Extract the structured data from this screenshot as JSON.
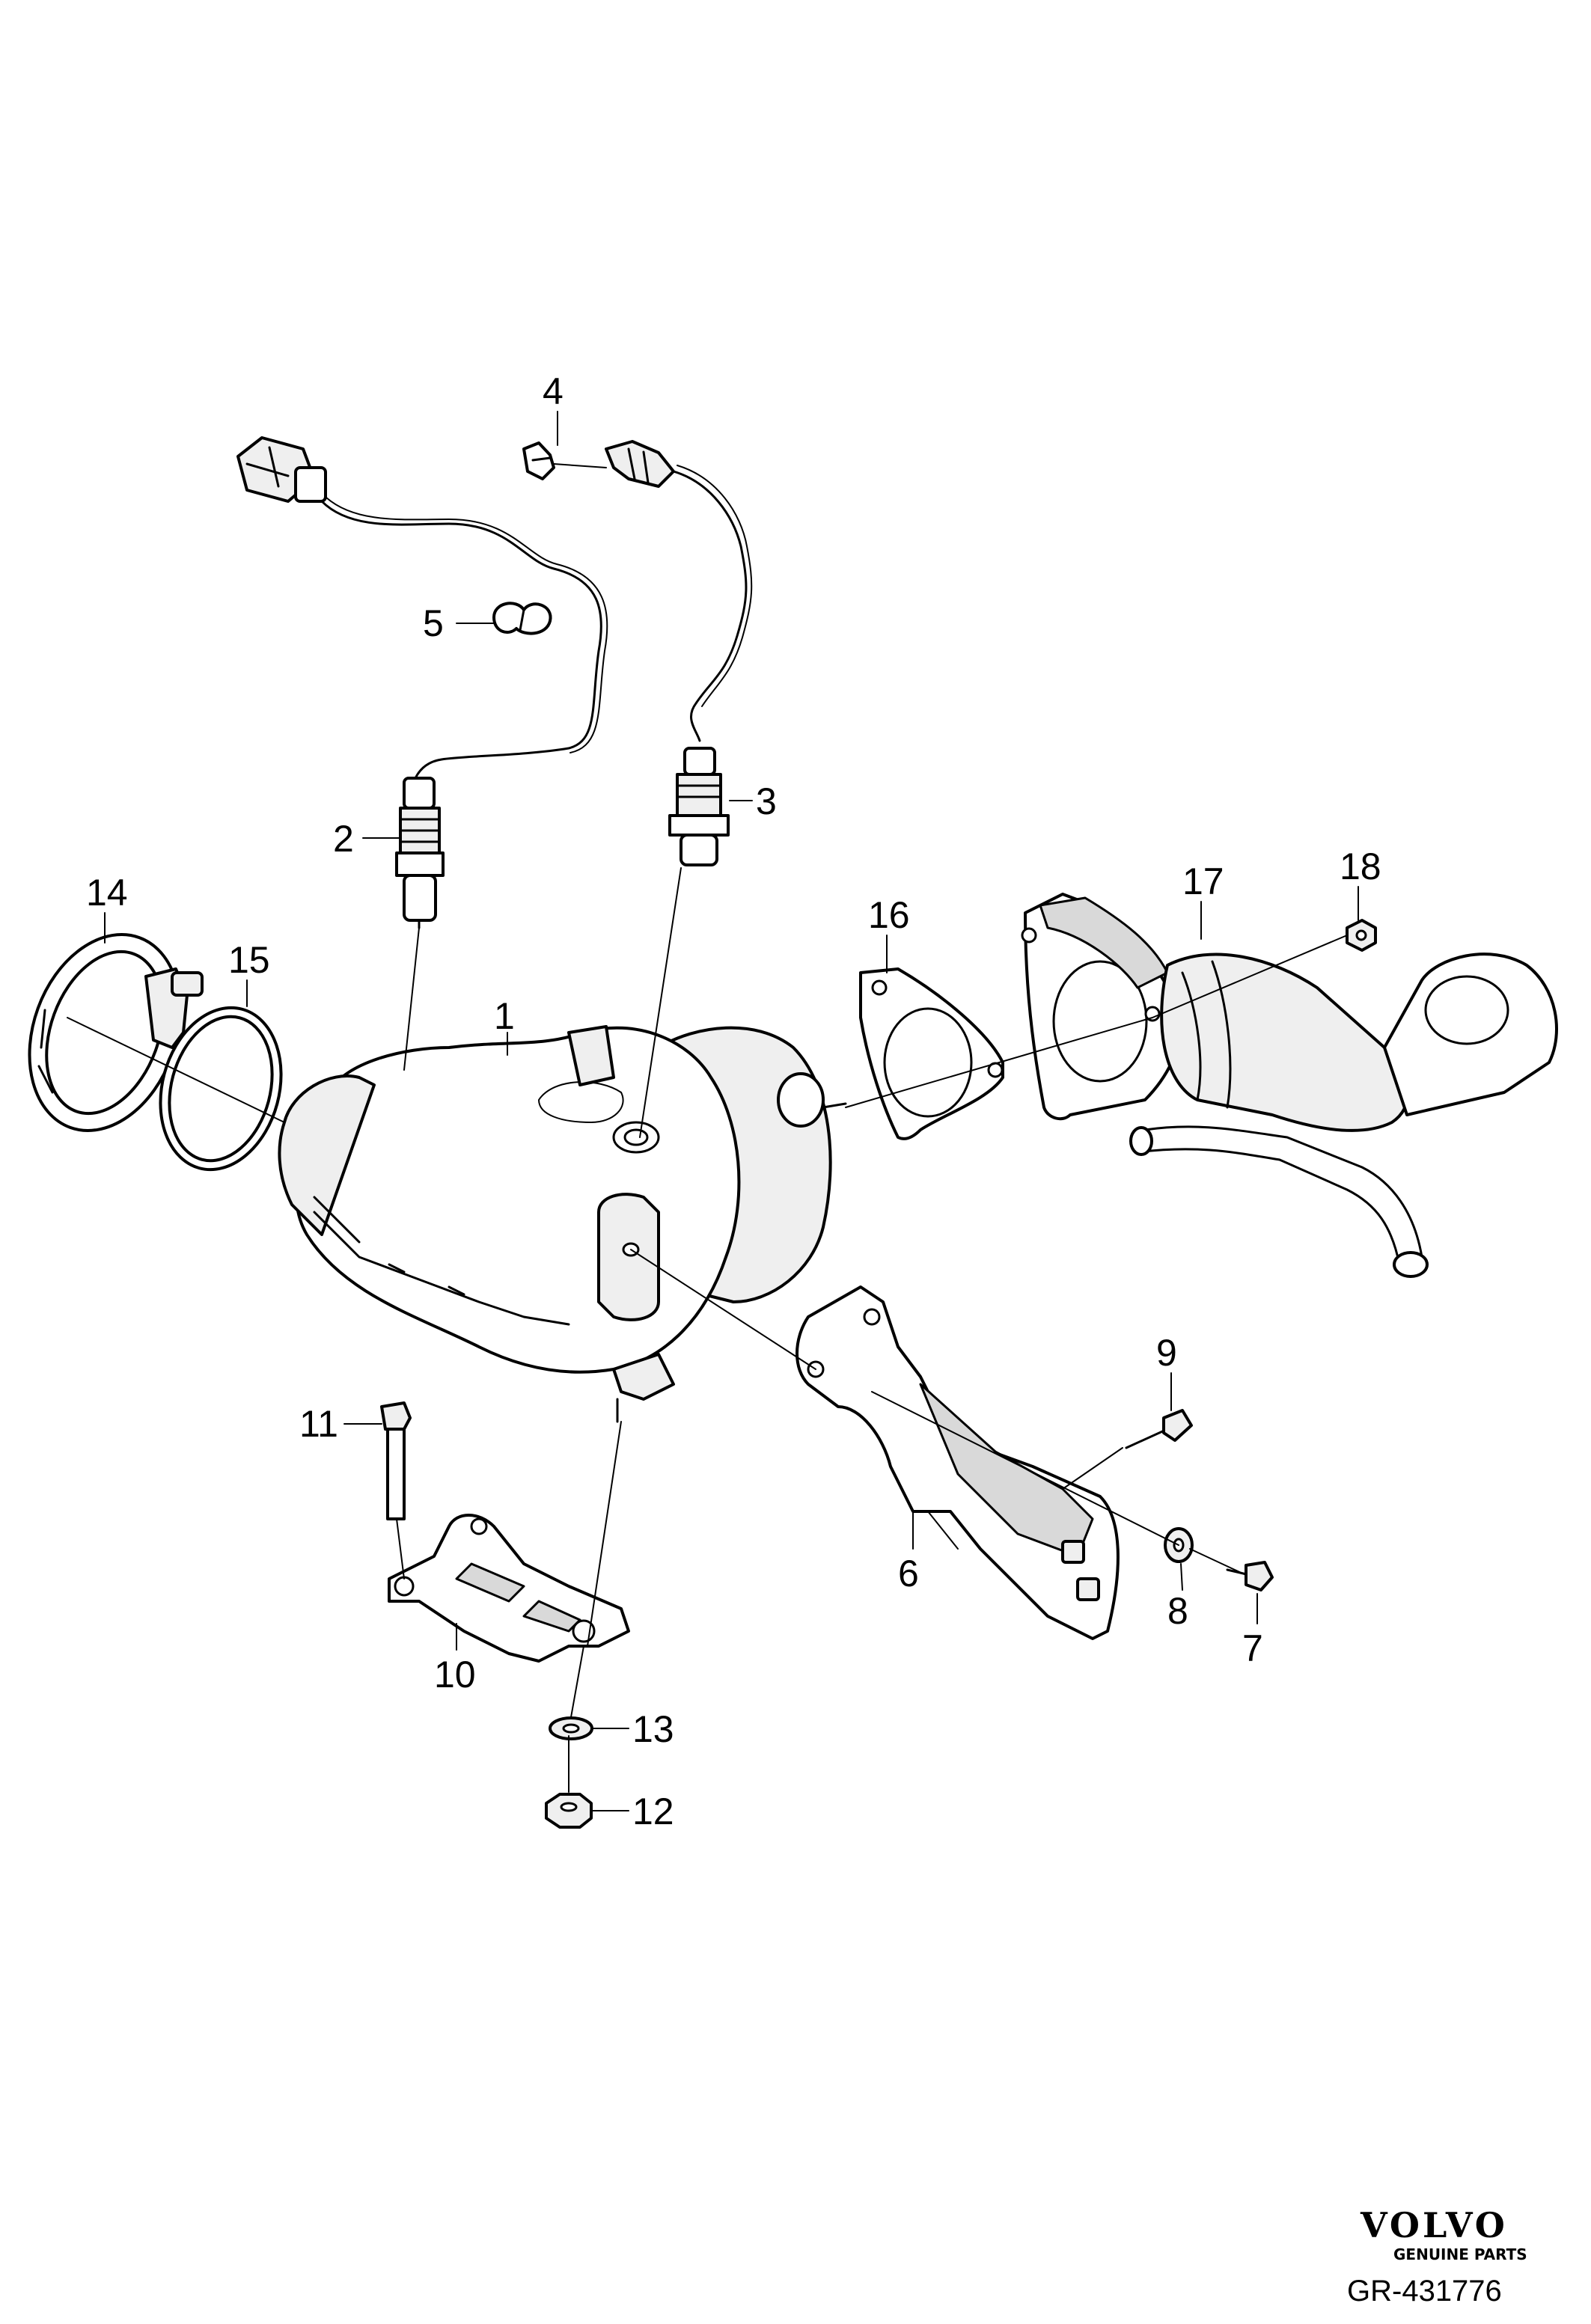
{
  "diagram": {
    "callouts": {
      "c1": "1",
      "c2": "2",
      "c3": "3",
      "c4": "4",
      "c5": "5",
      "c6": "6",
      "c7": "7",
      "c8": "8",
      "c9": "9",
      "c10": "10",
      "c11": "11",
      "c12": "12",
      "c13": "13",
      "c14": "14",
      "c15": "15",
      "c16": "16",
      "c17": "17",
      "c18": "18"
    }
  },
  "branding": {
    "logo_text": "VOLVO",
    "logo_subtext": "GENUINE PARTS",
    "reference": "GR-431776"
  }
}
